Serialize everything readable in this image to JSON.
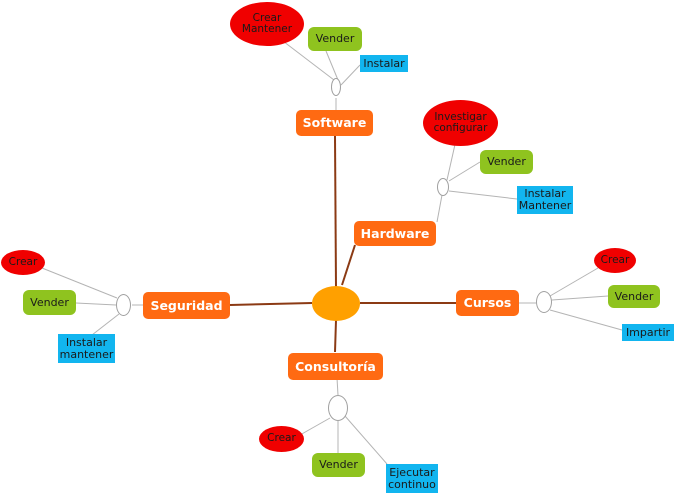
{
  "colors": {
    "category": "#ff6a12",
    "center": "#ffa000",
    "action_green": "#8fc31f",
    "action_blue": "#12b5ef",
    "action_red": "#f00000",
    "trunk_line": "#8b3a14",
    "branch_line": "#b4b4b4"
  },
  "categories": {
    "software": "Software",
    "hardware": "Hardware",
    "seguridad": "Seguridad",
    "cursos": "Cursos",
    "consultoria": "Consultoría"
  },
  "software": {
    "crear": "Crear\nMantener",
    "vender": "Vender",
    "instalar": "Instalar"
  },
  "hardware": {
    "investigar": "Investigar\nconfigurar",
    "vender": "Vender",
    "instalar": "Instalar\nMantener"
  },
  "seguridad": {
    "crear": "Crear",
    "vender": "Vender",
    "instalar": "Instalar\nmantener"
  },
  "cursos": {
    "crear": "Crear",
    "vender": "Vender",
    "impartir": "Impartir"
  },
  "consultoria": {
    "crear": "Crear",
    "vender": "Vender",
    "ejecutar": "Ejecutar\ncontinuo"
  }
}
